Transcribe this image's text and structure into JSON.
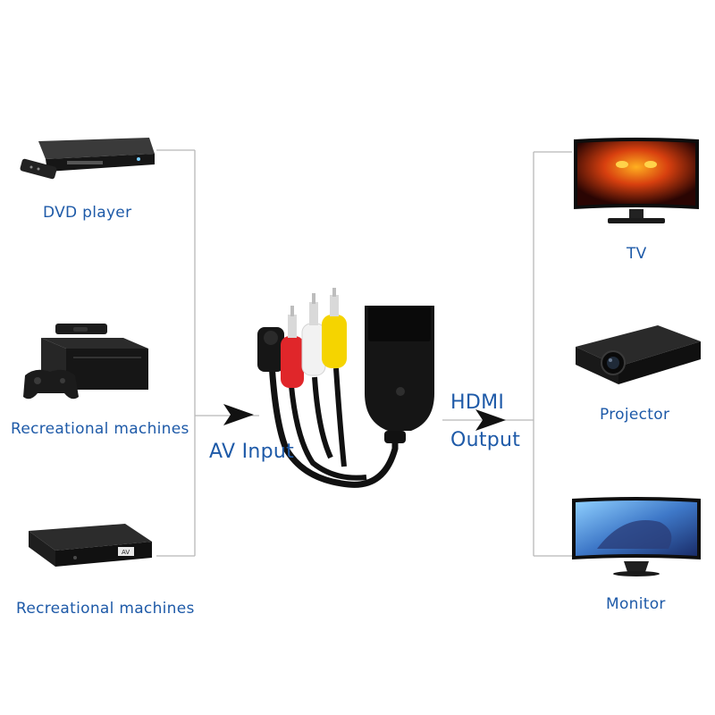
{
  "inputs": [
    {
      "label": "DVD player"
    },
    {
      "label": "Recreational  machines"
    },
    {
      "label": "Recreational  machines"
    }
  ],
  "outputs": [
    {
      "label": "TV"
    },
    {
      "label": "Projector"
    },
    {
      "label": "Monitor"
    }
  ],
  "adapter": {
    "input_label": "AV  Input",
    "output_label_line1": "HDMI",
    "output_label_line2": "Output"
  },
  "colors": {
    "label_blue": "#1e5aa8",
    "connector_red": "#e0262a",
    "connector_white": "#f2f2f2",
    "connector_yellow": "#f5d400",
    "device_black": "#1a1a1a",
    "line_gray": "#b8b8b8"
  }
}
